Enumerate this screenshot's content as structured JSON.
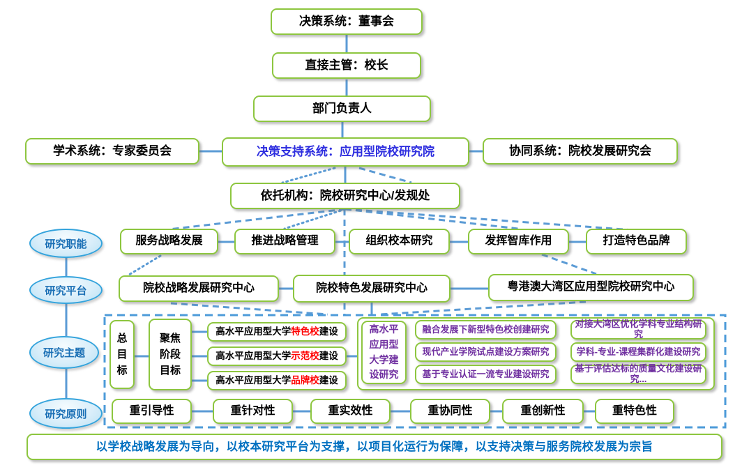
{
  "colors": {
    "box-border": "#8DC63F",
    "connector": "#5B9BD5",
    "dashed-border": "#4D9BD9",
    "oval-border": "#33A3DC",
    "oval-text": "#1A6FB5",
    "highlight-red": "#FF0000",
    "theme-purple": "#7030A0",
    "accent-blue-text": "#2E2EDF",
    "banner-blue": "#0070C0"
  },
  "governance": {
    "board": "决策系统：董事会",
    "supervisor": "直接主管：校长",
    "department_head": "部门负责人",
    "academic_system": "学术系统：专家委员会",
    "decision_support_system": "决策支持系统：应用型院校研究院",
    "collaboration_system": "协同系统：院校发展研究会",
    "supporting_institution": "依托机构：院校研究中心/发规处"
  },
  "side_labels": [
    "研究职能",
    "研究平台",
    "研究主题",
    "研究原则"
  ],
  "functions": [
    "服务战略发展",
    "推进战略管理",
    "组织校本研究",
    "发挥智库作用",
    "打造特色品牌"
  ],
  "platforms": [
    "院校战略发展研究中心",
    "院校特色发展研究中心",
    "粤港澳大湾区应用型院校研究中心"
  ],
  "themes": {
    "total_goal": "总目标",
    "stage_goal": "聚焦阶段目标",
    "stage_items": [
      {
        "pre": "高水平应用型大学",
        "hl": "特色校",
        "post": "建设"
      },
      {
        "pre": "高水平应用型大学",
        "hl": "示范校",
        "post": "建设"
      },
      {
        "pre": "高水平应用型大学",
        "hl": "品牌校",
        "post": "建设"
      }
    ],
    "group_label": "高水平应用型大学建设研究",
    "topics_col1": [
      "融合发展下新型特色校创建研究",
      "现代产业学院试点建设方案研究",
      "基于专业认证一流专业建设研究"
    ],
    "topics_col2": [
      "对接大湾区优化学科专业结构研究",
      "学科-专业-课程集群化建设研究",
      "基于评估达标的质量文化建设研究..."
    ]
  },
  "principles": [
    "重引导性",
    "重针对性",
    "重实效性",
    "重协同性",
    "重创新性",
    "重特色性"
  ],
  "banner": "以学校战略发展为导向，以校本研究平台为支撑，以项目化运行为保障，以支持决策与服务院校发展为宗旨"
}
